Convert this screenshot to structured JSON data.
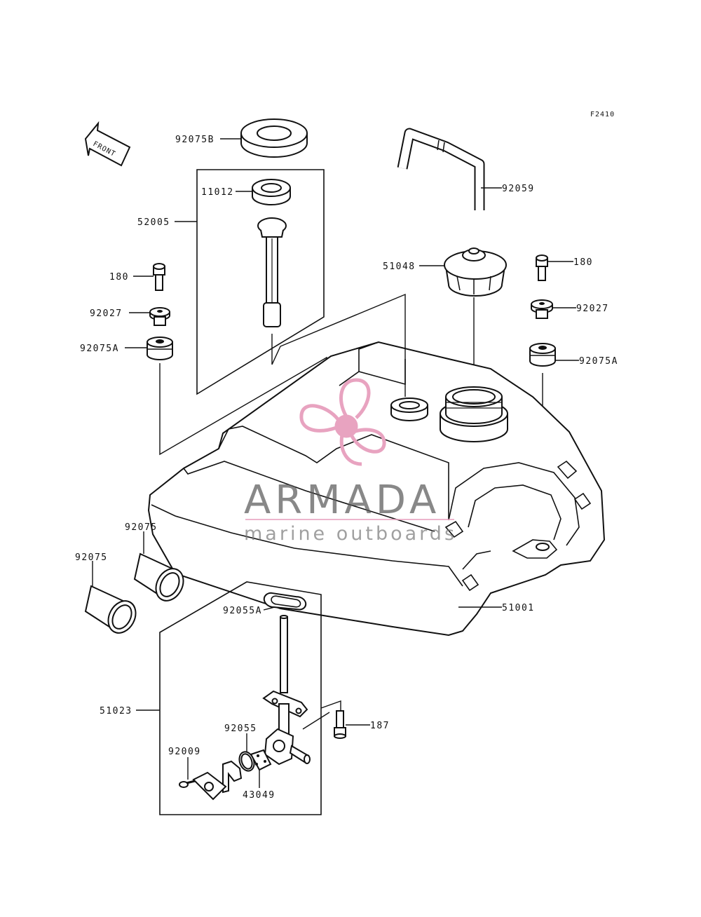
{
  "figure_code": "F2410",
  "front_label": "FRONT",
  "parts": {
    "p92075B": "92075B",
    "p11012": "11012",
    "p52005": "52005",
    "p92059": "92059",
    "p51048": "51048",
    "p180_left": "180",
    "p180_right": "180",
    "p92027_left": "92027",
    "p92027_right": "92027",
    "p92075A_left": "92075A",
    "p92075A_right": "92075A",
    "p92075_top": "92075",
    "p92075_bottom": "92075",
    "p51001": "51001",
    "p92055A": "92055A",
    "p51023": "51023",
    "p187": "187",
    "p92055": "92055",
    "p92009": "92009",
    "p43049": "43049"
  },
  "watermark": {
    "title": "ARMADA",
    "subtitle": "marine outboards",
    "logo_color": "#e8a3c0"
  }
}
